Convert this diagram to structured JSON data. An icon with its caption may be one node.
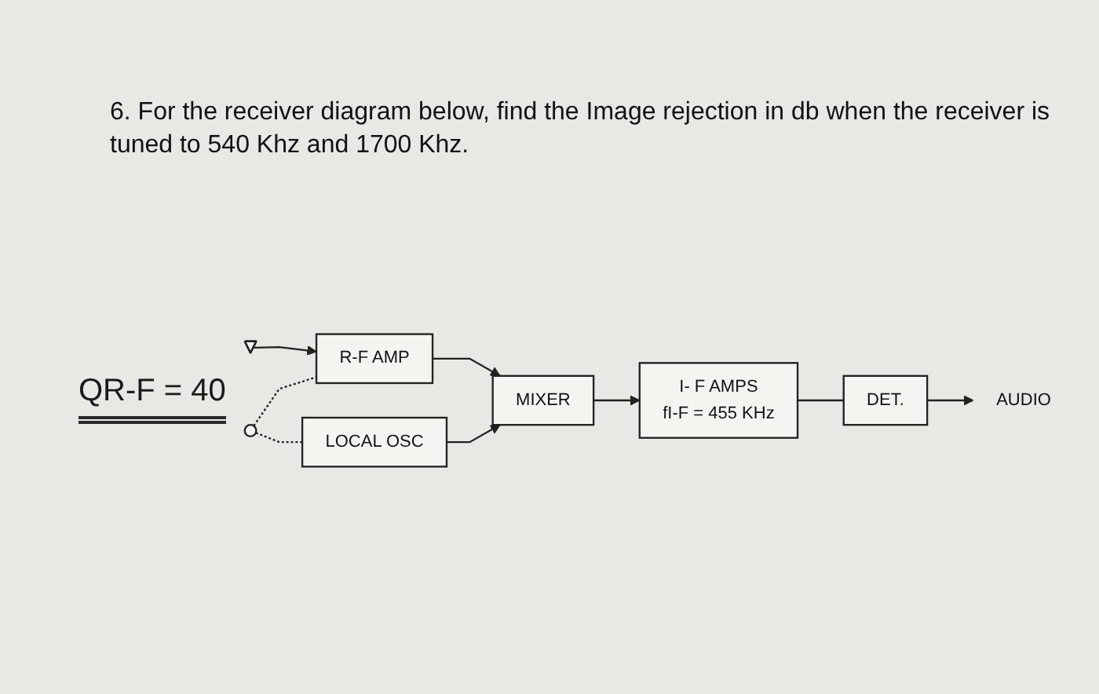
{
  "diagram": {
    "title": "6. For the receiver diagram below, find the Image rejection in db when the receiver is tuned to 540 Khz and 1700 Khz.",
    "nodes": [
      {
        "text": [],
        "shape": "triangle"
      },
      {
        "text": [
          "R-F AMP"
        ]
      },
      {
        "text": [
          "MIXER"
        ]
      },
      {
        "text": [
          "I- F AMPS",
          "fI-F = 455 KHz"
        ]
      },
      {
        "text": [
          "DET."
        ]
      },
      {
        "text": [
          "AUDIO"
        ]
      },
      {
        "text": [],
        "shape": "circle"
      },
      {
        "text": [
          "LOCAL OSC"
        ]
      }
    ],
    "edges": [
      {
        "from": 0,
        "to": 1,
        "arrow": "to"
      },
      {
        "from": 1,
        "to": 2,
        "arrow": "to"
      },
      {
        "from": 2,
        "to": 3,
        "arrow": "to"
      },
      {
        "from": 3,
        "to": 4,
        "arrow": "none"
      },
      {
        "from": 4,
        "to": 5,
        "arrow": "to"
      },
      {
        "from": 7,
        "to": 2,
        "arrow": "to"
      },
      {
        "from": 6,
        "to": 1,
        "arrow": "none",
        "style": "dashed"
      },
      {
        "from": 6,
        "to": 7,
        "arrow": "none",
        "style": "dashed"
      }
    ],
    "labels": [
      "QR-F = 40"
    ]
  }
}
